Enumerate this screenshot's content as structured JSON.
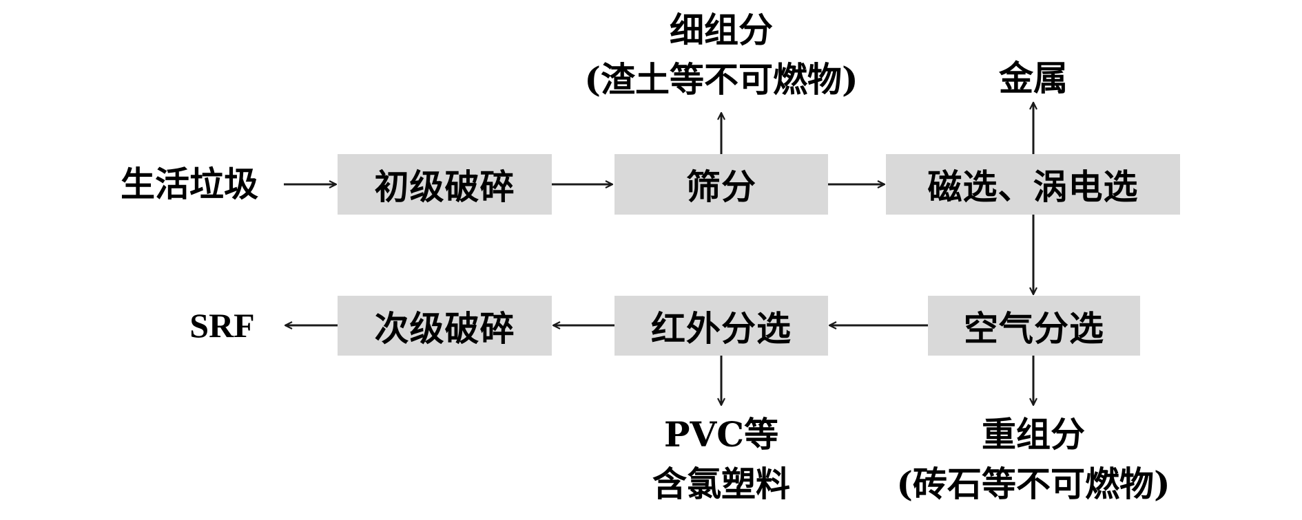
{
  "diagram": {
    "title": "SRF production flow from municipal solid waste",
    "input": "生活垃圾",
    "output": "SRF",
    "steps": {
      "primary_shredding": "初级破碎",
      "screening": "筛分",
      "magnetic_eddy": "磁选、涡电选",
      "air_classification": "空气分选",
      "infrared_sorting": "红外分选",
      "secondary_shredding": "次级破碎"
    },
    "byproducts": {
      "fines_line1": "细组分",
      "fines_line2": "(渣土等不可燃物)",
      "metals": "金属",
      "heavy_line1": "重组分",
      "heavy_line2": "(砖石等不可燃物)",
      "pvc_line1": "PVC等",
      "pvc_line2": "含氯塑料"
    },
    "flow": [
      {
        "from": "生活垃圾",
        "to": "初级破碎"
      },
      {
        "from": "初级破碎",
        "to": "筛分"
      },
      {
        "from": "筛分",
        "to": "细组分(渣土等不可燃物)"
      },
      {
        "from": "筛分",
        "to": "磁选、涡电选"
      },
      {
        "from": "磁选、涡电选",
        "to": "金属"
      },
      {
        "from": "磁选、涡电选",
        "to": "空气分选"
      },
      {
        "from": "空气分选",
        "to": "重组分(砖石等不可燃物)"
      },
      {
        "from": "空气分选",
        "to": "红外分选"
      },
      {
        "from": "红外分选",
        "to": "PVC等含氯塑料"
      },
      {
        "from": "红外分选",
        "to": "次级破碎"
      },
      {
        "from": "次级破碎",
        "to": "SRF"
      }
    ],
    "colors": {
      "box_fill": "#d9d9d9",
      "line": "#1a1a1a",
      "text": "#000000"
    }
  }
}
